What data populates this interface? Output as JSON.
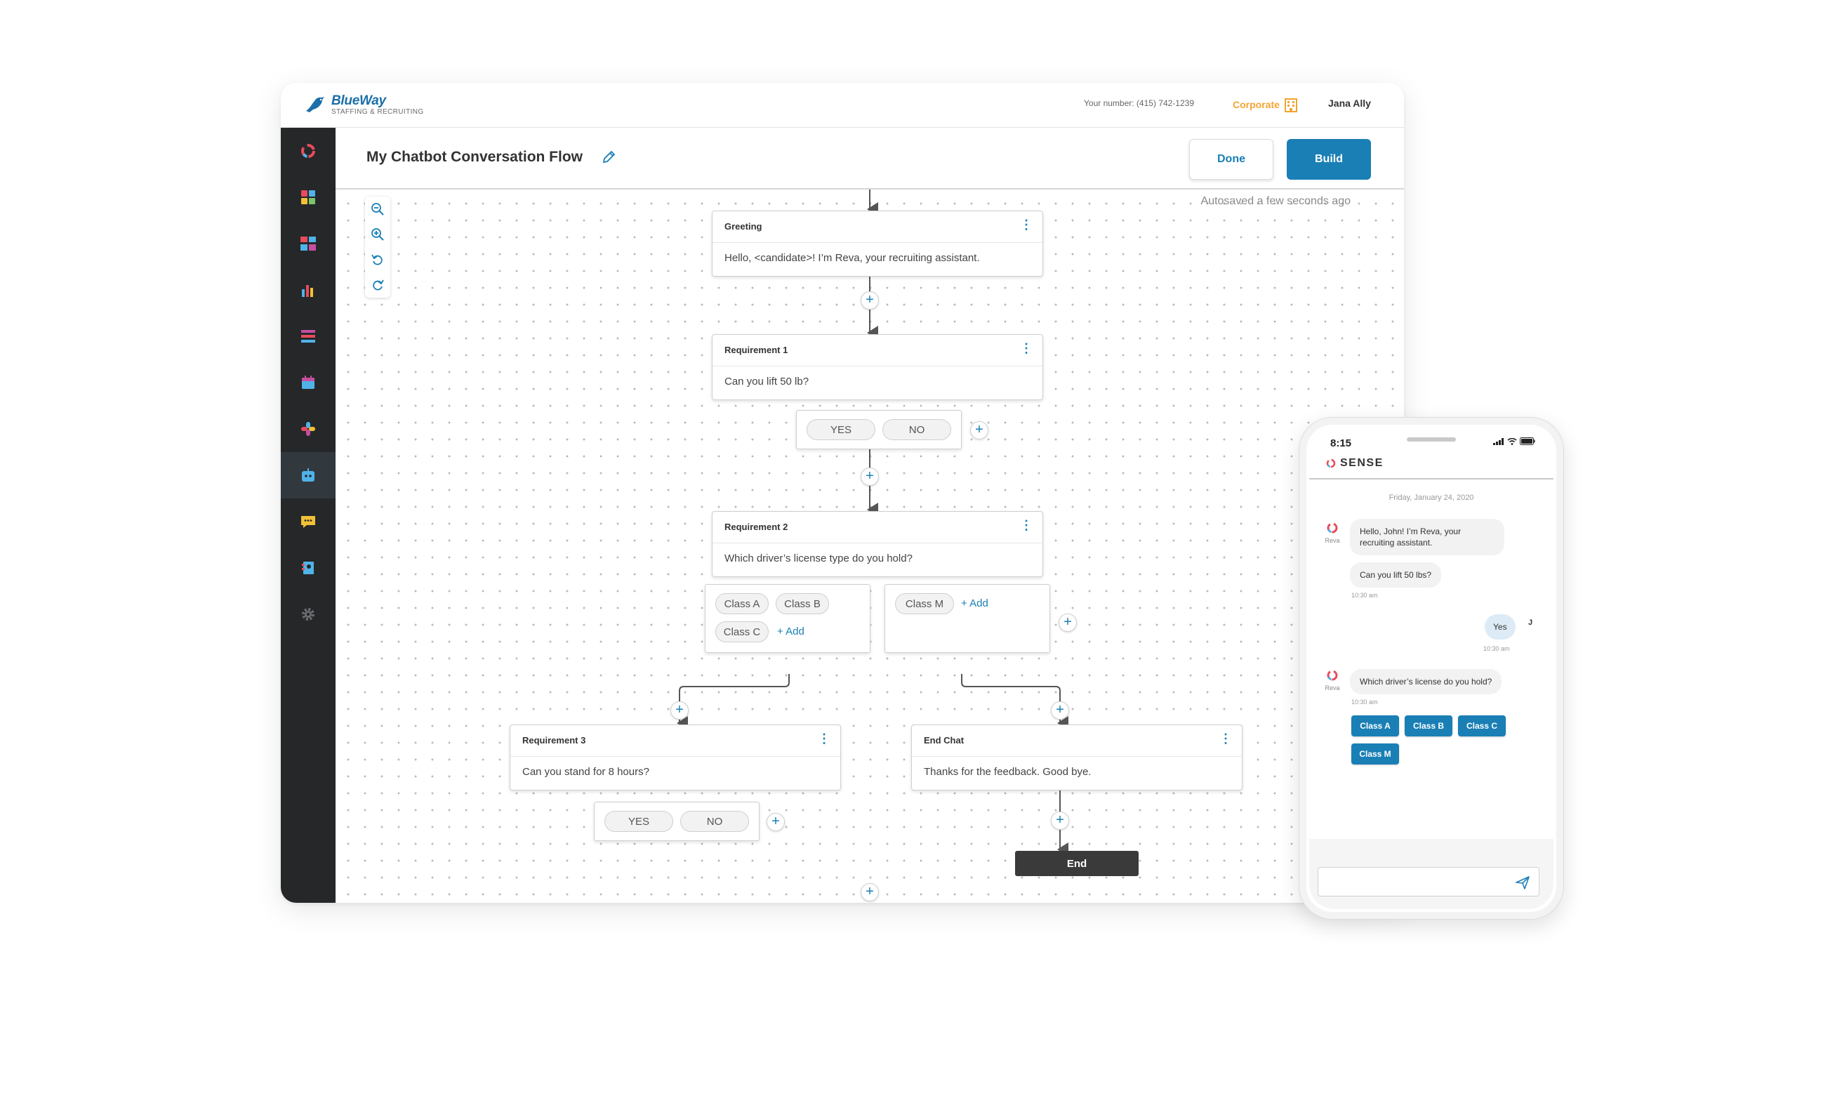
{
  "app": {
    "logo_name": "BlueWay",
    "logo_sub": "STAFFING & RECRUITING",
    "your_number": "Your number: (415) 742-1239",
    "org": "Corporate",
    "user": "Jana Ally"
  },
  "sidebar": {
    "items": [
      {
        "icon": "sense-logo-icon",
        "active": false
      },
      {
        "icon": "dashboard-icon",
        "active": false
      },
      {
        "icon": "workflow-icon",
        "active": false
      },
      {
        "icon": "analytics-icon",
        "active": false
      },
      {
        "icon": "list-icon",
        "active": false
      },
      {
        "icon": "calendar-icon",
        "active": false
      },
      {
        "icon": "integrations-icon",
        "active": false
      },
      {
        "icon": "chatbot-icon",
        "active": true
      },
      {
        "icon": "messages-icon",
        "active": false
      },
      {
        "icon": "contacts-icon",
        "active": false
      },
      {
        "icon": "settings-icon",
        "active": false
      }
    ]
  },
  "header": {
    "title": "My Chatbot Conversation Flow",
    "done_label": "Done",
    "build_label": "Build"
  },
  "canvas": {
    "autosave": "Autosaved a few seconds ago",
    "nodes": {
      "greeting": {
        "title": "Greeting",
        "body": "Hello, <candidate>! I’m Reva, your recruiting assistant."
      },
      "req1": {
        "title": "Requirement 1",
        "body": "Can you lift 50 lb?",
        "options": [
          "YES",
          "NO"
        ]
      },
      "req2": {
        "title": "Requirement 2",
        "body": "Which driver’s license type do you hold?",
        "group1": [
          "Class A",
          "Class B",
          "Class C"
        ],
        "group2": [
          "Class M"
        ],
        "add_label": "+ Add"
      },
      "req3": {
        "title": "Requirement 3",
        "body": "Can you stand for 8 hours?",
        "options": [
          "YES",
          "NO"
        ]
      },
      "endchat": {
        "title": "End Chat",
        "body": "Thanks for the feedback. Good bye."
      },
      "end": {
        "label": "End"
      }
    },
    "plus_label": "+",
    "more_label": "⋮"
  },
  "phone": {
    "time": "8:15",
    "brand": "SENSE",
    "date": "Friday, January 24, 2020",
    "bot_name": "Reva",
    "user_initial": "J",
    "messages": {
      "m1": "Hello, John! I’m Reva, your recruiting assistant.",
      "m2": "Can you lift 50 lbs?",
      "m2_time": "10:30 am",
      "reply": "Yes",
      "reply_time": "10:30 am",
      "m3": "Which driver’s license do you hold?",
      "m3_time": "10:30 am"
    },
    "chips": [
      "Class A",
      "Class B",
      "Class C",
      "Class M"
    ]
  },
  "colors": {
    "brand_blue": "#1a7fb5",
    "sidebar_bg": "#252729",
    "corporate_orange": "#f2a531",
    "end_node": "#3a3a3a"
  }
}
